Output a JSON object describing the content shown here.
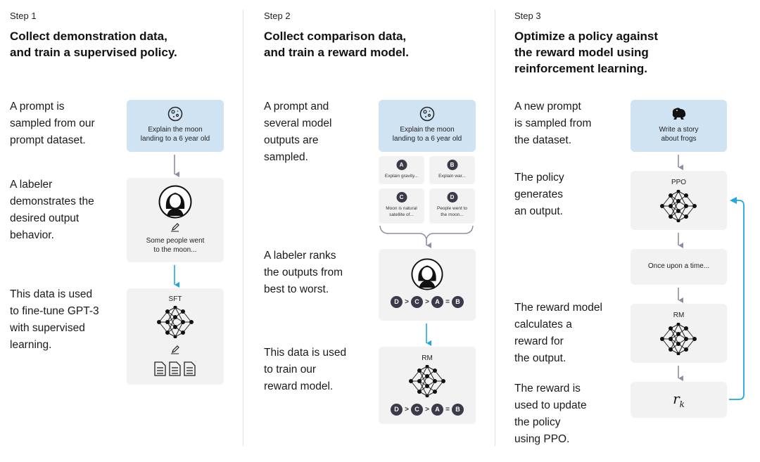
{
  "step1": {
    "label": "Step 1",
    "title_line1": "Collect demonstration data,",
    "title_line2": "and train a supervised policy.",
    "desc1": [
      "A prompt is",
      "sampled from our",
      "prompt dataset."
    ],
    "desc2": [
      "A labeler",
      "demonstrates the",
      "desired output",
      "behavior."
    ],
    "desc3": [
      "This data is used",
      "to fine-tune GPT-3",
      "with supervised",
      "learning."
    ],
    "prompt_box": [
      "Explain the moon",
      "landing to a 6 year old"
    ],
    "labeler_caption": [
      "Some people went",
      "to the moon..."
    ],
    "model_label": "SFT"
  },
  "step2": {
    "label": "Step 2",
    "title_line1": "Collect comparison data,",
    "title_line2": "and train a reward model.",
    "desc1": [
      "A prompt and",
      "several model",
      "outputs are",
      "sampled."
    ],
    "desc2": [
      "A labeler ranks",
      "the outputs from",
      "best to worst."
    ],
    "desc3": [
      "This data is used",
      "to train our",
      "reward model."
    ],
    "prompt_box": [
      "Explain the moon",
      "landing to a 6 year old"
    ],
    "outputs": [
      {
        "letter": "A",
        "text": [
          "Explain gravity..."
        ]
      },
      {
        "letter": "B",
        "text": [
          "Explain war..."
        ]
      },
      {
        "letter": "C",
        "text": [
          "Moon is natural",
          "satellite of..."
        ]
      },
      {
        "letter": "D",
        "text": [
          "People went to",
          "the moon..."
        ]
      }
    ],
    "ranking": [
      "D",
      ">",
      "C",
      ">",
      "A",
      "=",
      "B"
    ],
    "model_label": "RM"
  },
  "step3": {
    "label": "Step 3",
    "title_line1": "Optimize a policy against",
    "title_line2": "the reward model using",
    "title_line3": "reinforcement learning.",
    "desc1": [
      "A new prompt",
      "is sampled from",
      "the dataset."
    ],
    "desc2": [
      "The policy",
      "generates",
      "an output."
    ],
    "desc3": [
      "The reward model",
      "calculates a",
      "reward for",
      "the output."
    ],
    "desc4": [
      "The reward is",
      "used to update",
      "the policy",
      "using PPO."
    ],
    "prompt_box": [
      "Write a story",
      "about frogs"
    ],
    "policy_label": "PPO",
    "output_text": "Once upon a time...",
    "reward_model_label": "RM",
    "reward_symbol": "r",
    "reward_subscript": "k"
  },
  "colors": {
    "blue_box": "#cfe3f3",
    "gray_box": "#f2f2f2",
    "arrow_blue": "#1ea7e1",
    "arrow_gray": "#8e8ea0"
  }
}
